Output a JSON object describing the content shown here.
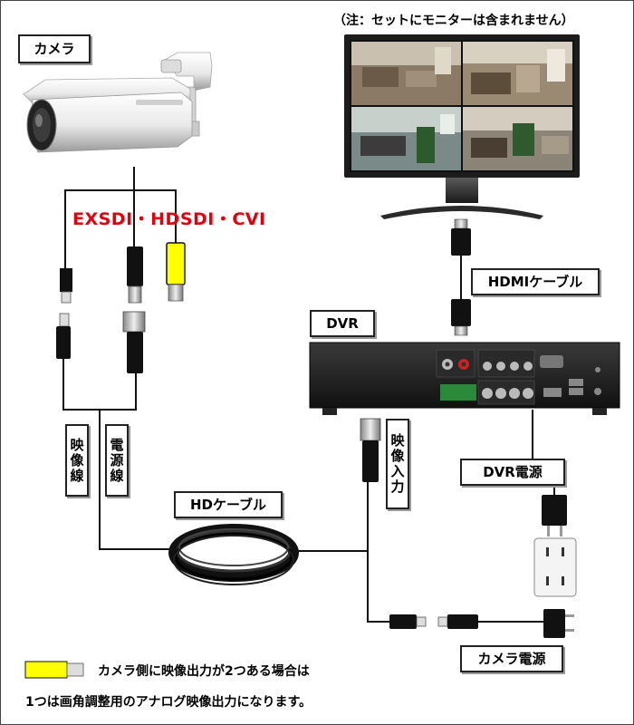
{
  "labels": {
    "camera": "カメラ",
    "monitor_note": "（注：セットにモニターは含まれません）",
    "exsdi": "EXSDI・HDSDI・CVI",
    "hdmi_cable": "HDMIケーブル",
    "dvr": "DVR",
    "video_line": "映像線",
    "power_line": "電源線",
    "video_input": "映像入力",
    "dvr_power": "DVR電源",
    "hd_cable": "HDケーブル",
    "camera_power": "カメラ電源"
  },
  "footnote": {
    "line1": "カメラ側に映像出力が2つある場合は",
    "line2": "1つは画角調整用のアナログ映像出力になります。"
  },
  "colors": {
    "analog_plug": "#ffff00",
    "spec_text": "#e00010",
    "cable": "#111111"
  }
}
